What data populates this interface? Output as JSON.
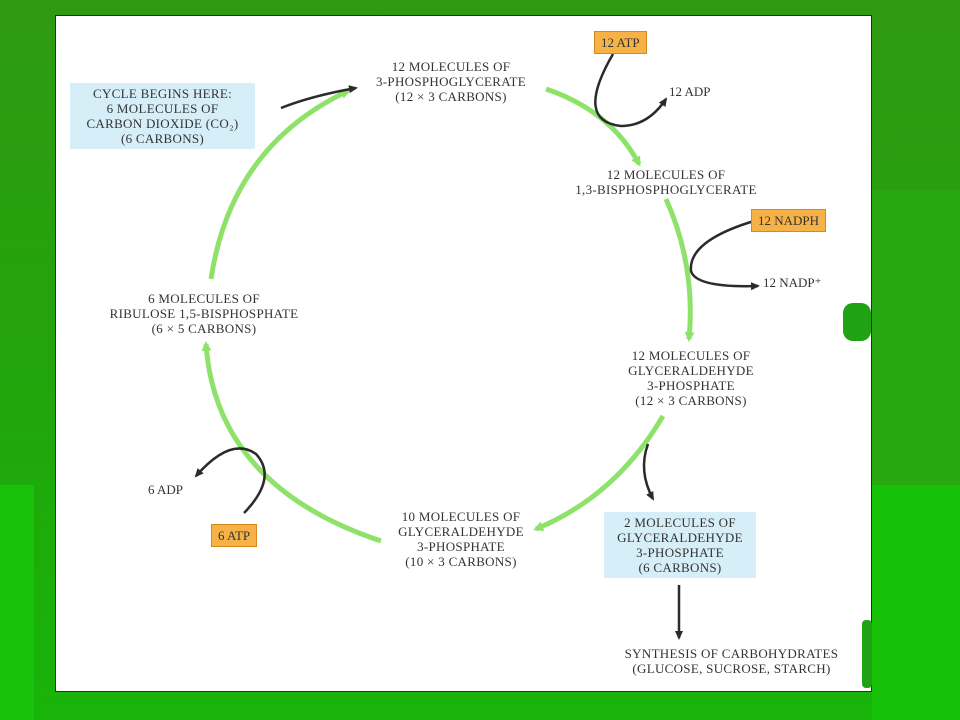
{
  "diagram": {
    "start_box": [
      "CYCLE BEGINS HERE:",
      "6 MOLECULES OF",
      "CARBON DIOXIDE (CO₂)",
      "(6 CARBONS)"
    ],
    "node_3pg": [
      "12 MOLECULES OF",
      "3-PHOSPHOGLYCERATE",
      "(12 × 3 CARBONS)"
    ],
    "node_bpg": [
      "12 MOLECULES OF",
      "1,3-BISPHOSPHOGLYCERATE"
    ],
    "node_g3p12": [
      "12 MOLECULES OF",
      "GLYCERALDEHYDE",
      "3-PHOSPHATE",
      "(12 × 3 CARBONS)"
    ],
    "node_g3p10": [
      "10 MOLECULES OF",
      "GLYCERALDEHYDE",
      "3-PHOSPHATE",
      "(10 × 3 CARBONS)"
    ],
    "node_rubp": [
      "6 MOLECULES OF",
      "RIBULOSE 1,5-BISPHOSPHATE",
      "(6 × 5 CARBONS)"
    ],
    "node_g3p2": [
      "2 MOLECULES OF",
      "GLYCERALDEHYDE",
      "3-PHOSPHATE",
      "(6 CARBONS)"
    ],
    "node_synthesis": [
      "SYNTHESIS OF CARBOHYDRATES",
      "(GLUCOSE, SUCROSE, STARCH)"
    ],
    "atp12": "12 ATP",
    "adp12": "12 ADP",
    "nadph12": "12 NADPH",
    "nadp12": "12 NADP⁺",
    "atp6": "6 ATP",
    "adp6": "6 ADP"
  },
  "colors": {
    "background": "#23a40c",
    "cycle_arrow": "#8ee26a",
    "black_arrow": "#2b2b2b",
    "blue_box": "#d6eef8",
    "orange_box": "#f7b247"
  }
}
